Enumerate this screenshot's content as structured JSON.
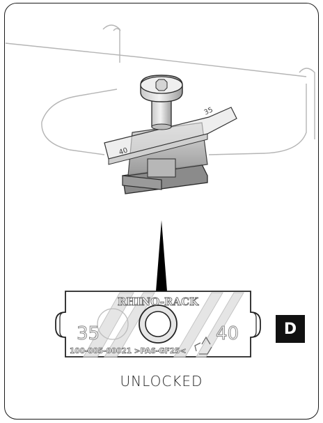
{
  "step": {
    "badge": "D"
  },
  "caption": "UNLOCKED",
  "clamp_tab": {
    "brand": "RHINO-RACK",
    "size_left": "35",
    "size_right": "40",
    "part_code": "100-005-00021 >PA6-GF25<"
  },
  "illustration": {
    "subject": "clamp-fitting-with-bolt",
    "recycle_icon": "recycle-icon"
  }
}
